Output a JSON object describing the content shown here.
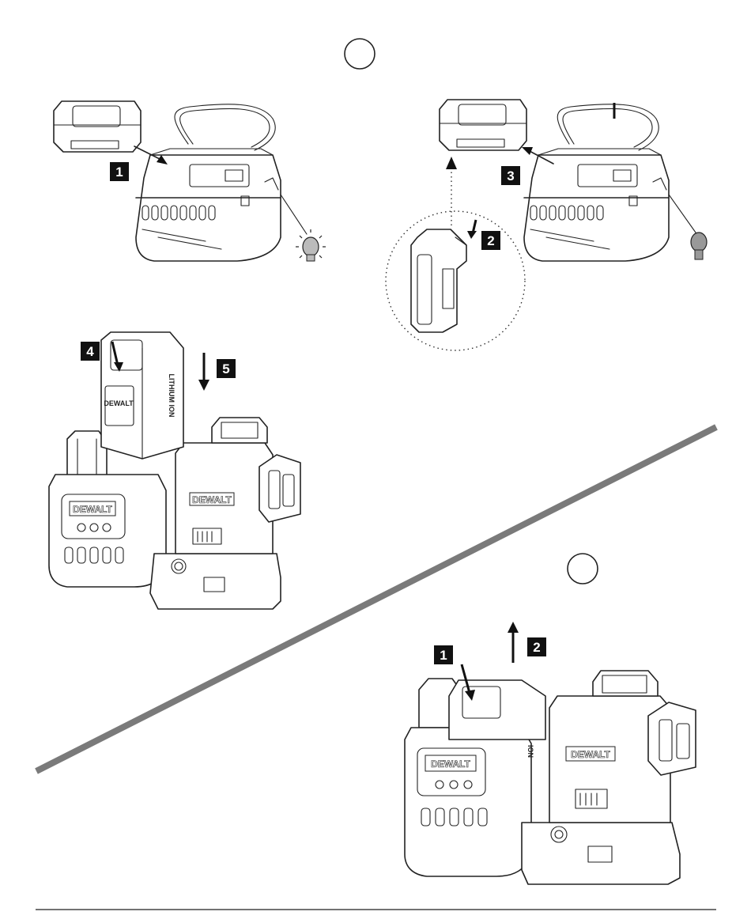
{
  "figure_a": {
    "steps": [
      "1",
      "2",
      "3",
      "4",
      "5"
    ],
    "battery_side_text": "LITHIUM ION",
    "battery_logo": "DEWALT",
    "laser_logo": "DEWALT",
    "mount_logo": "DEWALT"
  },
  "figure_b": {
    "steps": [
      "1",
      "2"
    ],
    "battery_side_text": "ION",
    "laser_logo": "DEWALT",
    "mount_logo": "DEWALT"
  },
  "icons": [
    "charger-light-on-icon",
    "charger-light-off-icon"
  ]
}
